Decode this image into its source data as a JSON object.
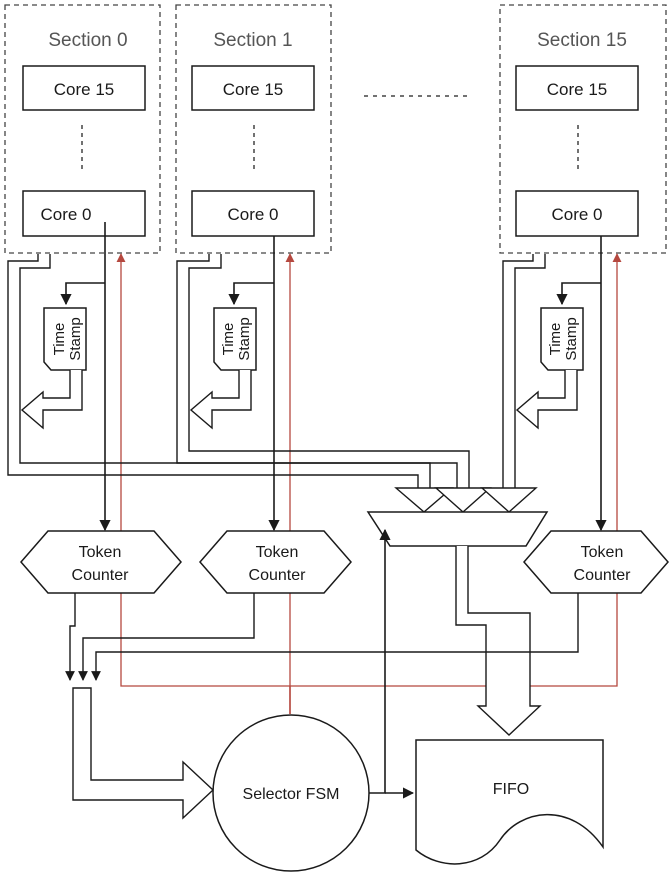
{
  "sections": [
    {
      "title": "Section 0",
      "top_core": "Core 15",
      "bottom_core": "Core 0",
      "timestamp": [
        "Time",
        "Stamp"
      ],
      "token_counter": [
        "Token",
        "Counter"
      ]
    },
    {
      "title": "Section 1",
      "top_core": "Core 15",
      "bottom_core": "Core 0",
      "timestamp": [
        "Time",
        "Stamp"
      ],
      "token_counter": [
        "Token",
        "Counter"
      ]
    },
    {
      "title": "Section 15",
      "top_core": "Core 15",
      "bottom_core": "Core 0",
      "timestamp": [
        "Time",
        "Stamp"
      ],
      "token_counter": [
        "Token",
        "Counter"
      ]
    }
  ],
  "selector": {
    "label": "Selector FSM"
  },
  "fifo": {
    "label": "FIFO"
  },
  "colors": {
    "line": "#1a1a1a",
    "feedback": "#b5483f",
    "dashed": "#444444"
  }
}
